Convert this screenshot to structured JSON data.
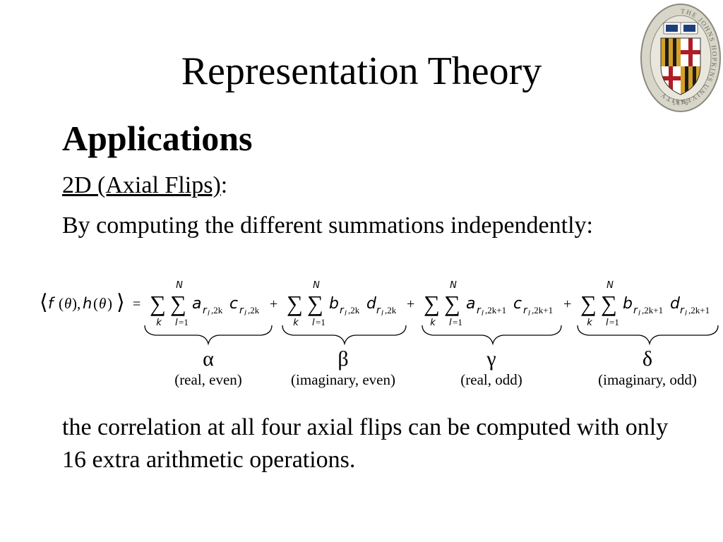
{
  "slide": {
    "title": "Representation Theory",
    "section": "Applications",
    "subheading": {
      "underlined": "2D (Axial Flips)",
      "suffix": ":"
    },
    "intro_text": "By computing the different summations independently:",
    "conclusion_text": "the correlation at all four axial flips can be computed with only 16 extra arithmetic operations."
  },
  "equation": {
    "lhs": {
      "open": "⟨",
      "f": "f",
      "theta": "θ",
      "comma": ",",
      "h": "h",
      "close": "⟩",
      "equals": "="
    },
    "limits": {
      "upper": "N",
      "outer": "k",
      "inner": "l",
      "inner_start": "=1",
      "sum": "∑"
    },
    "plus": "+",
    "terms": [
      {
        "coef1": "a",
        "coef2": "c",
        "sub": ",2k",
        "sub2": ",2k"
      },
      {
        "coef1": "b",
        "coef2": "d",
        "sub": ",2k",
        "sub2": ",2k"
      },
      {
        "coef1": "a",
        "coef2": "c",
        "sub": ",2k+1",
        "sub2": ",2k+1"
      },
      {
        "coef1": "b",
        "coef2": "d",
        "sub": ",2k+1",
        "sub2": ",2k+1"
      }
    ],
    "sub_r": "r",
    "sub_l": "l"
  },
  "labels": [
    {
      "symbol": "α",
      "desc": "(real, even)"
    },
    {
      "symbol": "β",
      "desc": "(imaginary, even)"
    },
    {
      "symbol": "γ",
      "desc": "(real, odd)"
    },
    {
      "symbol": "δ",
      "desc": "(imaginary, odd)"
    }
  ],
  "seal": {
    "ring_text": "THE JOHNS HOPKINS UNIVERSITY",
    "year": "1876",
    "colors": {
      "ring": "#d8d6c8",
      "gold": "#d4a02a",
      "black": "#1c1c1c",
      "red": "#b01c24",
      "blue": "#1f3f7a",
      "white": "#ffffff"
    }
  }
}
